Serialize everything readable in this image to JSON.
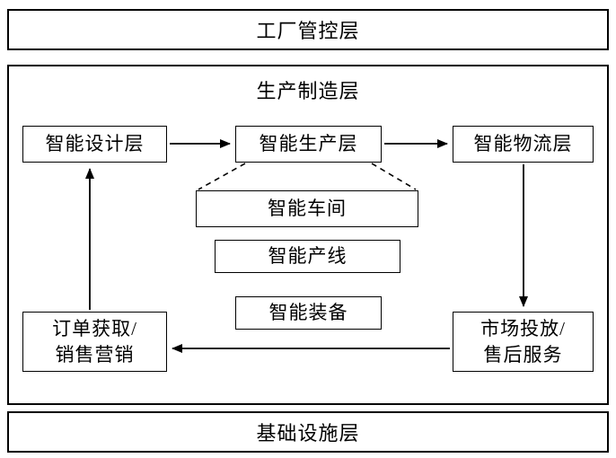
{
  "colors": {
    "border": "#000000",
    "background": "#ffffff",
    "text": "#000000"
  },
  "diagram": {
    "top_layer": {
      "label": "工厂管控层"
    },
    "middle_layer": {
      "title": "生产制造层"
    },
    "bottom_layer": {
      "label": "基础设施层"
    },
    "nodes": {
      "design": {
        "label": "智能设计层"
      },
      "production": {
        "label": "智能生产层"
      },
      "logistics": {
        "label": "智能物流层"
      },
      "workshop": {
        "label": "智能车间"
      },
      "prod_line": {
        "label": "智能产线"
      },
      "equipment": {
        "label": "智能装备"
      },
      "order": {
        "line1": "订单获取/",
        "line2": "销售营销"
      },
      "market": {
        "line1": "市场投放/",
        "line2": "售后服务"
      }
    }
  }
}
